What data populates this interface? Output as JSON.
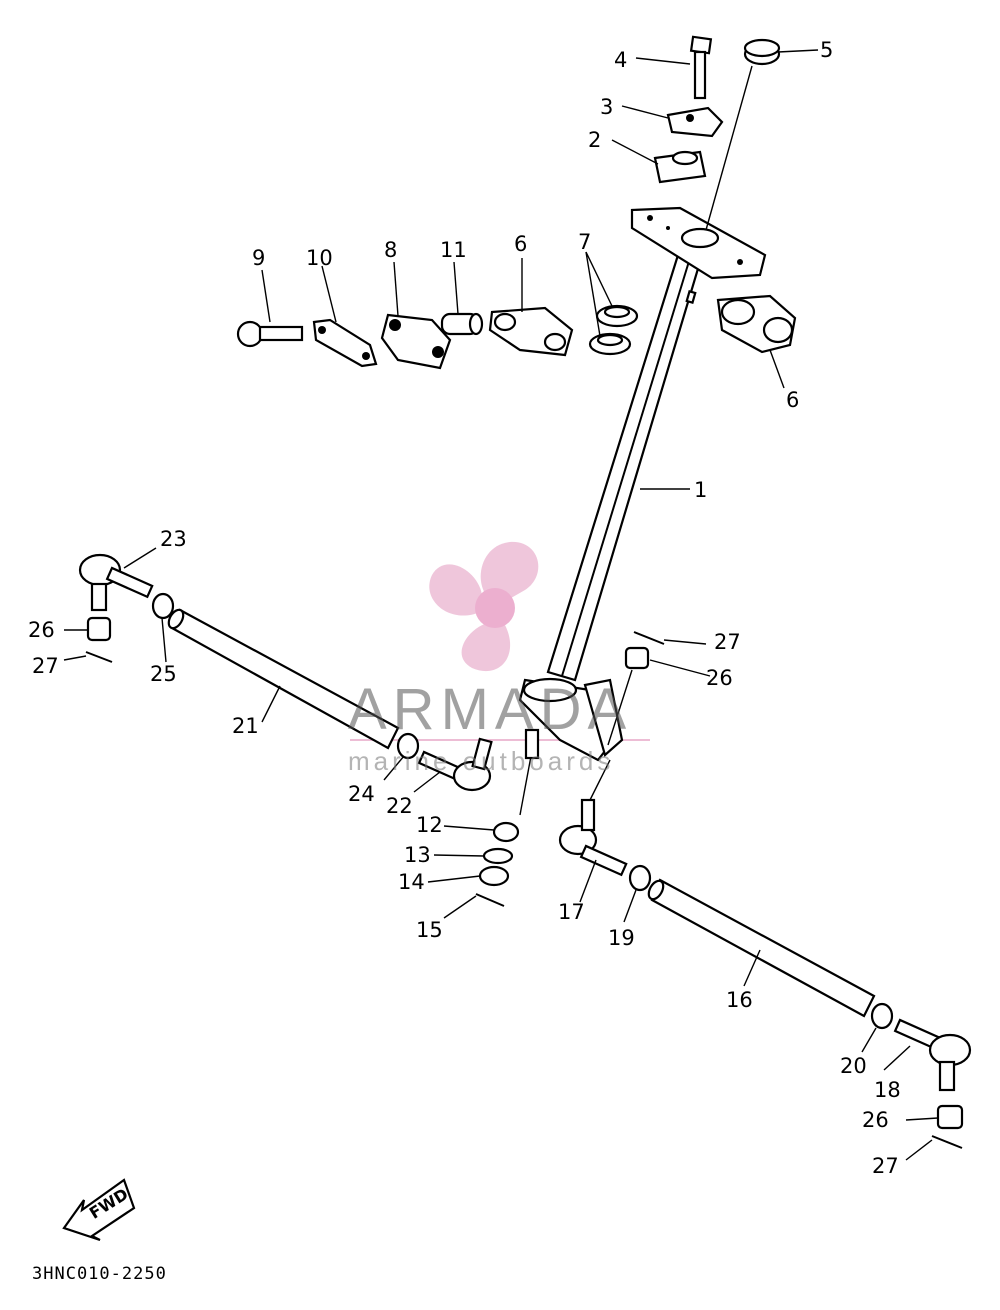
{
  "diagram_code": "3HNC010-2250",
  "fwd_arrow": {
    "text": "FWD",
    "icon": "fwd-arrow-icon"
  },
  "watermark": {
    "brand": "ARMADA",
    "tagline": "marine outboards",
    "logo_icon": "propeller-logo-icon",
    "color": "#e8a8c8"
  },
  "callouts": [
    {
      "id": "c1",
      "text": "1"
    },
    {
      "id": "c2",
      "text": "2"
    },
    {
      "id": "c3",
      "text": "3"
    },
    {
      "id": "c4",
      "text": "4"
    },
    {
      "id": "c5",
      "text": "5"
    },
    {
      "id": "c6a",
      "text": "6"
    },
    {
      "id": "c6b",
      "text": "6"
    },
    {
      "id": "c7",
      "text": "7"
    },
    {
      "id": "c8",
      "text": "8"
    },
    {
      "id": "c9",
      "text": "9"
    },
    {
      "id": "c10",
      "text": "10"
    },
    {
      "id": "c11",
      "text": "11"
    },
    {
      "id": "c12",
      "text": "12"
    },
    {
      "id": "c13",
      "text": "13"
    },
    {
      "id": "c14",
      "text": "14"
    },
    {
      "id": "c15",
      "text": "15"
    },
    {
      "id": "c16",
      "text": "16"
    },
    {
      "id": "c17",
      "text": "17"
    },
    {
      "id": "c18",
      "text": "18"
    },
    {
      "id": "c19",
      "text": "19"
    },
    {
      "id": "c20",
      "text": "20"
    },
    {
      "id": "c21",
      "text": "21"
    },
    {
      "id": "c22",
      "text": "22"
    },
    {
      "id": "c23",
      "text": "23"
    },
    {
      "id": "c24",
      "text": "24"
    },
    {
      "id": "c25",
      "text": "25"
    },
    {
      "id": "c26a",
      "text": "26"
    },
    {
      "id": "c26b",
      "text": "26"
    },
    {
      "id": "c26c",
      "text": "26"
    },
    {
      "id": "c27a",
      "text": "27"
    },
    {
      "id": "c27b",
      "text": "27"
    },
    {
      "id": "c27c",
      "text": "27"
    }
  ]
}
